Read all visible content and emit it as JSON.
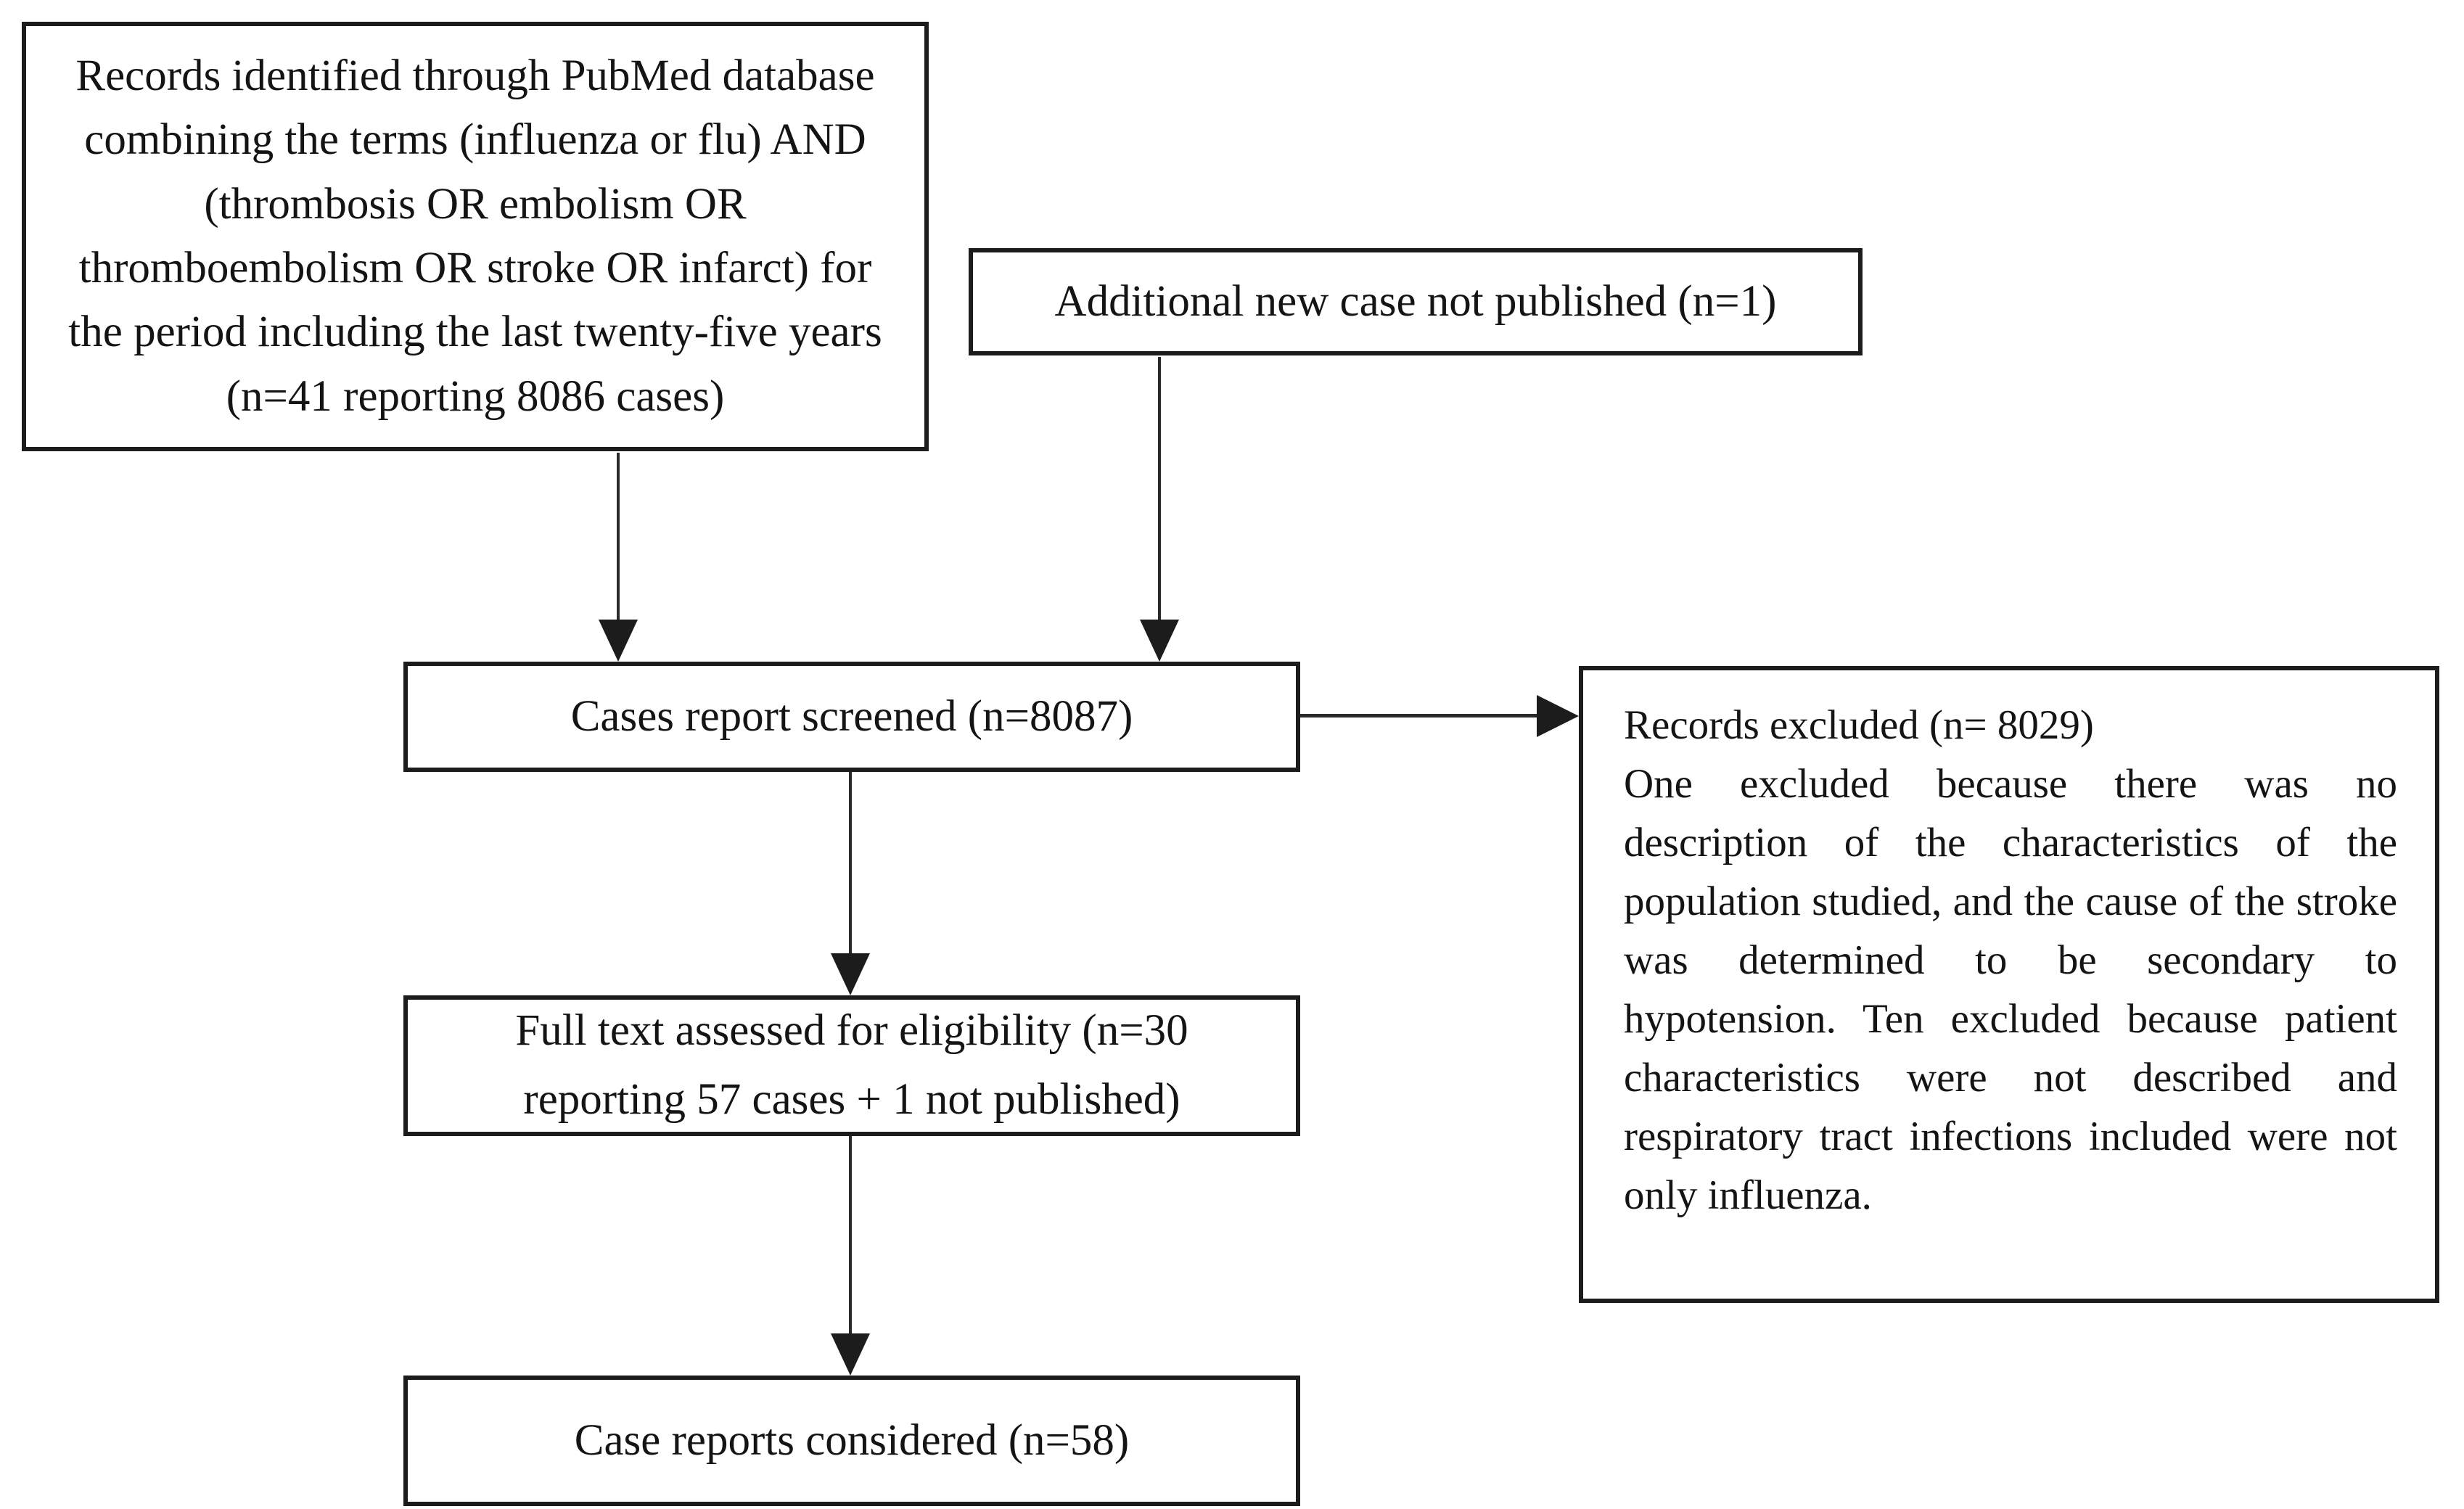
{
  "flowchart": {
    "type": "prisma-flow-diagram",
    "boxes": {
      "identified": {
        "text": "Records identified through PubMed database combining the terms (influenza or flu) AND (thrombosis OR embolism OR thromboembolism OR stroke OR infarct) for the period including the last twenty-five years (n=41 reporting 8086 cases)"
      },
      "additional": {
        "text": "Additional new case not published (n=1)"
      },
      "screened": {
        "text": "Cases report screened (n=8087)"
      },
      "full_text": {
        "text": "Full text assessed for eligibility (n=30 reporting 57 cases + 1 not published)"
      },
      "considered": {
        "text": "Case reports considered (n=58)"
      },
      "excluded": {
        "title": "Records excluded (n= 8029)",
        "body": "One excluded because there was no description of the characteristics of the population studied, and the cause of the stroke was determined to be secondary to hypotension. Ten excluded because patient characteristics were not described and respiratory tract infections included were not only influenza."
      }
    },
    "connections": [
      {
        "from": "identified",
        "to": "screened"
      },
      {
        "from": "additional",
        "to": "screened"
      },
      {
        "from": "screened",
        "to": "excluded"
      },
      {
        "from": "screened",
        "to": "full_text"
      },
      {
        "from": "full_text",
        "to": "considered"
      }
    ],
    "colors": {
      "border": "#1c1c1c",
      "text": "#141414",
      "background": "#ffffff"
    }
  }
}
